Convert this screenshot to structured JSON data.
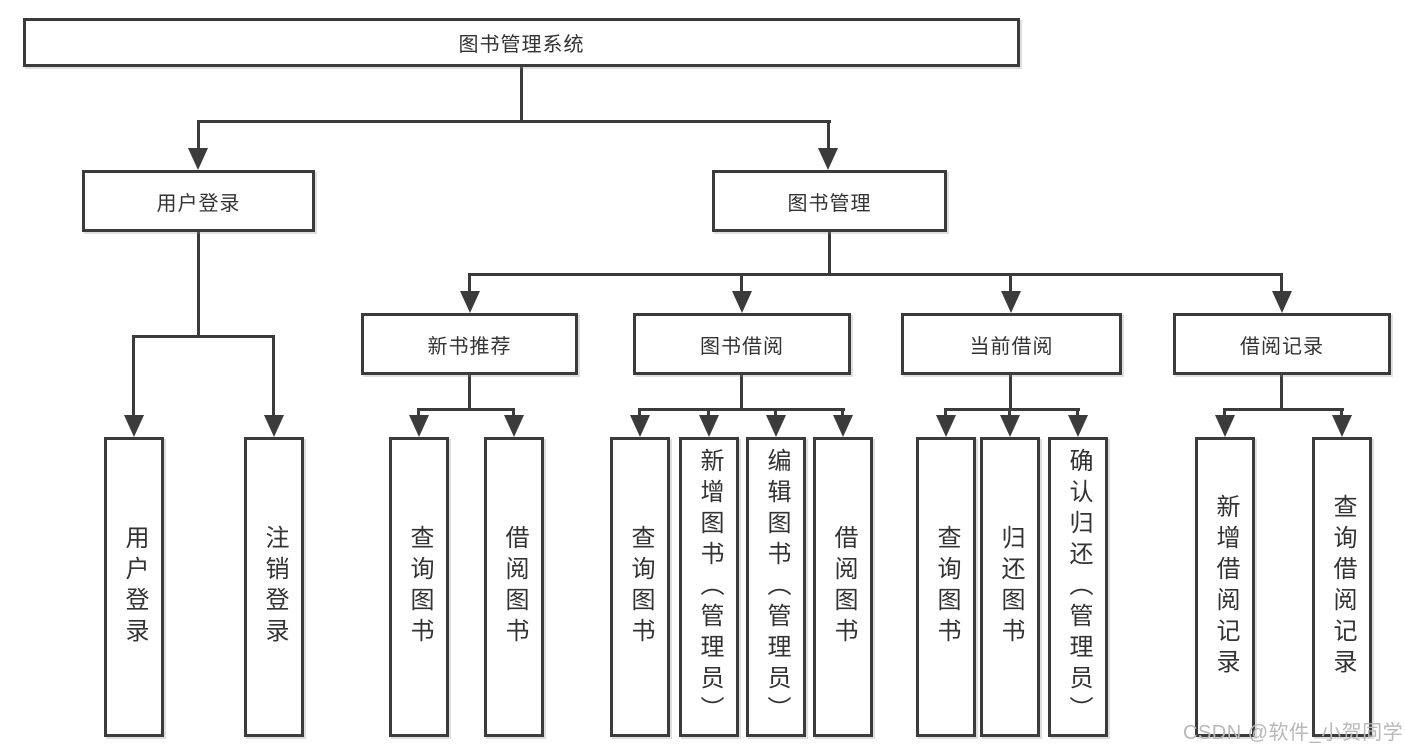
{
  "diagram": {
    "root": {
      "label": "图书管理系统"
    },
    "level2": {
      "user_login": {
        "label": "用户登录"
      },
      "book_mgmt": {
        "label": "图书管理"
      }
    },
    "level3": {
      "new_book_rec": {
        "label": "新书推荐"
      },
      "book_borrow": {
        "label": "图书借阅"
      },
      "current_borrow": {
        "label": "当前借阅"
      },
      "borrow_record": {
        "label": "借阅记录"
      }
    },
    "leaves": {
      "user_login": [
        "用户登录",
        "注销登录"
      ],
      "new_book_rec": [
        "查询图书",
        "借阅图书"
      ],
      "book_borrow": [
        "查询图书",
        "新增图书（管理员）",
        "编辑图书（管理员）",
        "借阅图书"
      ],
      "current_borrow": [
        "查询图书",
        "归还图书",
        "确认归还（管理员）"
      ],
      "borrow_record": [
        "新增借阅记录",
        "查询借阅记录"
      ]
    },
    "watermark": "CSDN @软件_小贺同学",
    "colors": {
      "line": "#3b3b3b",
      "text": "#333333",
      "watermark": "#b8b8b8",
      "background": "#ffffff"
    }
  }
}
